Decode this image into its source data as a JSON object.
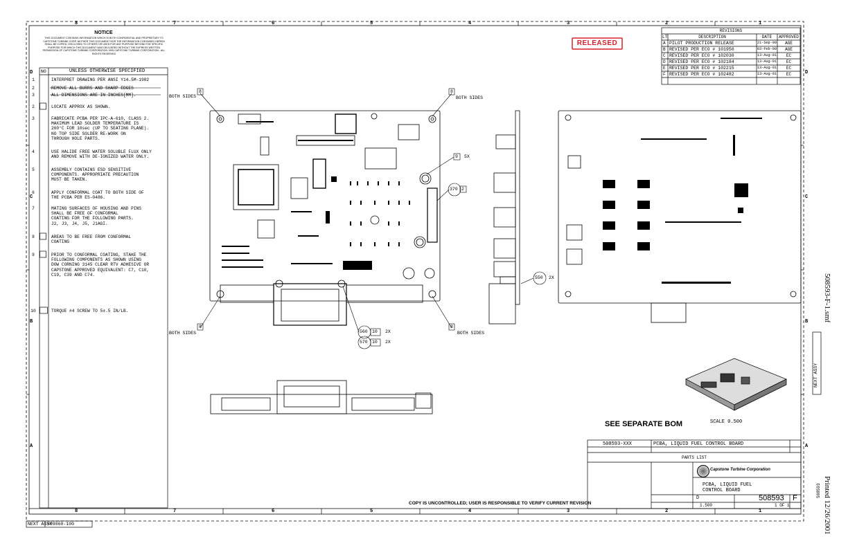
{
  "notice": {
    "title": "NOTICE",
    "text": "THIS DOCUMENT CONTAINS INFORMATION WHICH IS BOTH CONFIDENTIAL AND PROPRIETARY TO CAPSTONE TURBINE CORP. NEITHER THIS DOCUMENT NOR THE INFORMATION CONTAINED HEREIN SHALL BE COPIED, DISCLOSED TO OTHERS OR USED FOR ANY PURPOSE BEYOND THE SPECIFIC PURPOSE FOR WHICH THIS DOCUMENT WAS DELIVERED WITHOUT THE EXPRESS WRITTEN PERMISSION OF CAPSTONE TURBINE CORPORATION 1995 CAPSTONE TURBINE CORPORATION - ALL RIGHTS RESERVED"
  },
  "notes": {
    "header_no": "NO",
    "header_title": "UNLESS OTHERWISE SPECIFIED",
    "items": [
      {
        "num": "1",
        "text": "INTERPRET DRAWING PER ANSI Y14.5M-1982"
      },
      {
        "num": "2",
        "text": "REMOVE ALL BURRS AND SHARP EDGES"
      },
      {
        "num": "3",
        "text": "ALL DIMENSIONS ARE IN INCHES[MM]."
      },
      {
        "num": "2",
        "text": "LOCATE APPROX AS SHOWN."
      },
      {
        "num": "3",
        "text": "FABRICATE PCBA PER IPC-A-610, CLASS 2.\nMAXIMUM LEAD SOLDER TEMPERATURE IS\n260°C FOR 10sec (UP TO SEATING PLANE).\nNO TOP SIDE SOLDER RE-WORK ON\nTHROUGH HOLE PARTS."
      },
      {
        "num": "4",
        "text": "USE HALIDE FREE WATER SOLUBLE FLUX ONLY\nAND REMOVE WITH DE-IONIZED WATER ONLY."
      },
      {
        "num": "5",
        "text": "ASSEMBLY CONTAINS ESD SENSITIVE\nCOMPONENTS. APPROPRIATE PRECAUTION\nMUST BE TAKEN."
      },
      {
        "num": "6",
        "text": "APPLY CONFORMAL COAT TO BOTH SIDE OF\nTHE PCBA PER ES-0486."
      },
      {
        "num": "7",
        "text": "MATING SURFACES OF HOUSING AND PINS\nSHALL BE FREE OF CONFORMAL\nCOATING FOR THE FOLLOWING PARTS.\nJ2, J3, J4, J5, J1AGI."
      },
      {
        "num": "8",
        "text": "AREAS TO BE FREE FROM CONFORMAL\nCOATING"
      },
      {
        "num": "9",
        "text": "PRIOR TO CONFORMAL COATING, STAKE THE\nFOLLOWING COMPONENTS AS SHOWN USING\nDOW CORNING 3145 CLEAR RTV ADHESIVE OR\nCAPSTONE APPROVED EQUIVALENT: C7, C10,\nC19, C39 AND C74."
      },
      {
        "num": "10",
        "text": "TORQUE #4 SCREW TO 5±.5 IN/LB."
      }
    ]
  },
  "zones_top": [
    "8",
    "7",
    "6",
    "5",
    "4",
    "3",
    "2",
    "1"
  ],
  "zones_side": [
    "D",
    "C",
    "B",
    "A"
  ],
  "released_stamp": "RELEASED",
  "revisions": {
    "title": "REVISIONS",
    "headers": [
      "LTR",
      "DESCRIPTION",
      "DATE",
      "APPROVED"
    ],
    "rows": [
      [
        "A",
        "PILOT PRODUCTION RELEASE",
        "21-Sep-99",
        "AGE"
      ],
      [
        "B",
        "REVISED PER ECO # 101950",
        "03-Feb-00",
        "AGE"
      ],
      [
        "C",
        "REVISED PER ECO # 102030",
        "13-Aug-01",
        "EC"
      ],
      [
        "D",
        "REVISED PER ECO # 102184",
        "13-Aug-01",
        "EC"
      ],
      [
        "E",
        "REVISED PER ECO # 102215",
        "13-Aug-01",
        "EC"
      ],
      [
        "F",
        "REVISED PER ECO # 102482",
        "13-Aug-01",
        "EC"
      ]
    ]
  },
  "callouts": {
    "both_sides": "BOTH SIDES",
    "flag8": "8",
    "flag9": "9",
    "qty_5x": "5X",
    "qty_2x": "2X",
    "item_370": "370",
    "item_370_flag": "2",
    "item_550": "550",
    "item_560": "560",
    "item_570": "570",
    "flag10": "10"
  },
  "see_bom": "SEE SEPARATE BOM",
  "scale_label": "SCALE 0.500",
  "copy_notice": "COPY IS UNCONTROLLED; USER IS RESPONSIBLE TO VERIFY CURRENT REVISION",
  "title_block": {
    "part_no": "508593-XXX",
    "part_desc": "PCBA, LIQUID FUEL CONTROL BOARD",
    "parts_list": "PARTS LIST",
    "company": "Capstone Turbine Corporation",
    "title_line1": "PCBA, LIQUID FUEL",
    "title_line2": "CONTROL BOARD",
    "size": "D",
    "dwg_no": "508593",
    "rev": "F",
    "scale": "1.500",
    "sheet": "1 OF 1"
  },
  "next_assy": {
    "label": "NEXT ASSY",
    "number": "509860-100"
  },
  "side_labels": {
    "filename": "508593-F-1.smf",
    "printed": "Printed 12/26/2001",
    "next_assy_tab": "NEXT ASSY",
    "part_tab": "508593"
  }
}
